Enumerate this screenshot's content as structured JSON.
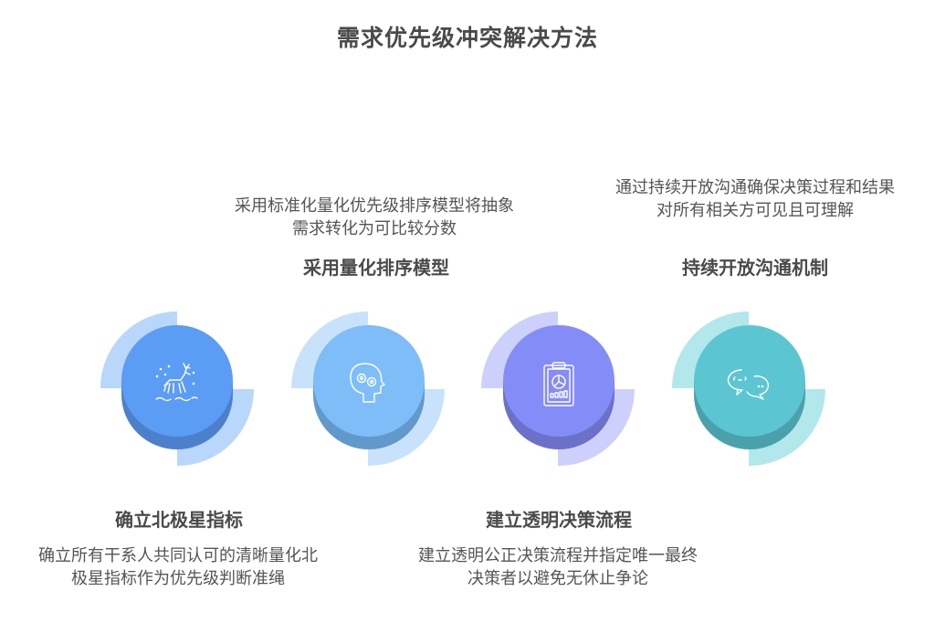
{
  "title": "需求优先级冲突解决方法",
  "steps": [
    {
      "label": "确立北极星指标",
      "description": "确立所有干系人共同认可的清晰量化北极星指标作为优先级判断准绳",
      "icon": "reindeer-icon",
      "position": "bottom",
      "top_color": "#5b9cf5",
      "side_color": "#4d80cc",
      "arc_color": "#b9d6fb"
    },
    {
      "label": "采用量化排序模型",
      "description": "采用标准化量化优先级排序模型将抽象需求转化为可比较分数",
      "icon": "head-gears-icon",
      "position": "top",
      "top_color": "#7fbdf9",
      "side_color": "#6299cb",
      "arc_color": "#c9e2fc"
    },
    {
      "label": "建立透明决策流程",
      "description": "建立透明公正决策流程并指定唯一最终决策者以避免无休止争论",
      "icon": "clipboard-chart-icon",
      "position": "bottom",
      "top_color": "#848cf7",
      "side_color": "#6b71c8",
      "arc_color": "#cdd0fb"
    },
    {
      "label": "持续开放沟通机制",
      "description": "通过持续开放沟通确保决策过程和结果对所有相关方可见且可理解",
      "icon": "chat-bubbles-icon",
      "position": "top",
      "top_color": "#5bc6d2",
      "side_color": "#4aa1ab",
      "arc_color": "#b2e7ec"
    }
  ]
}
